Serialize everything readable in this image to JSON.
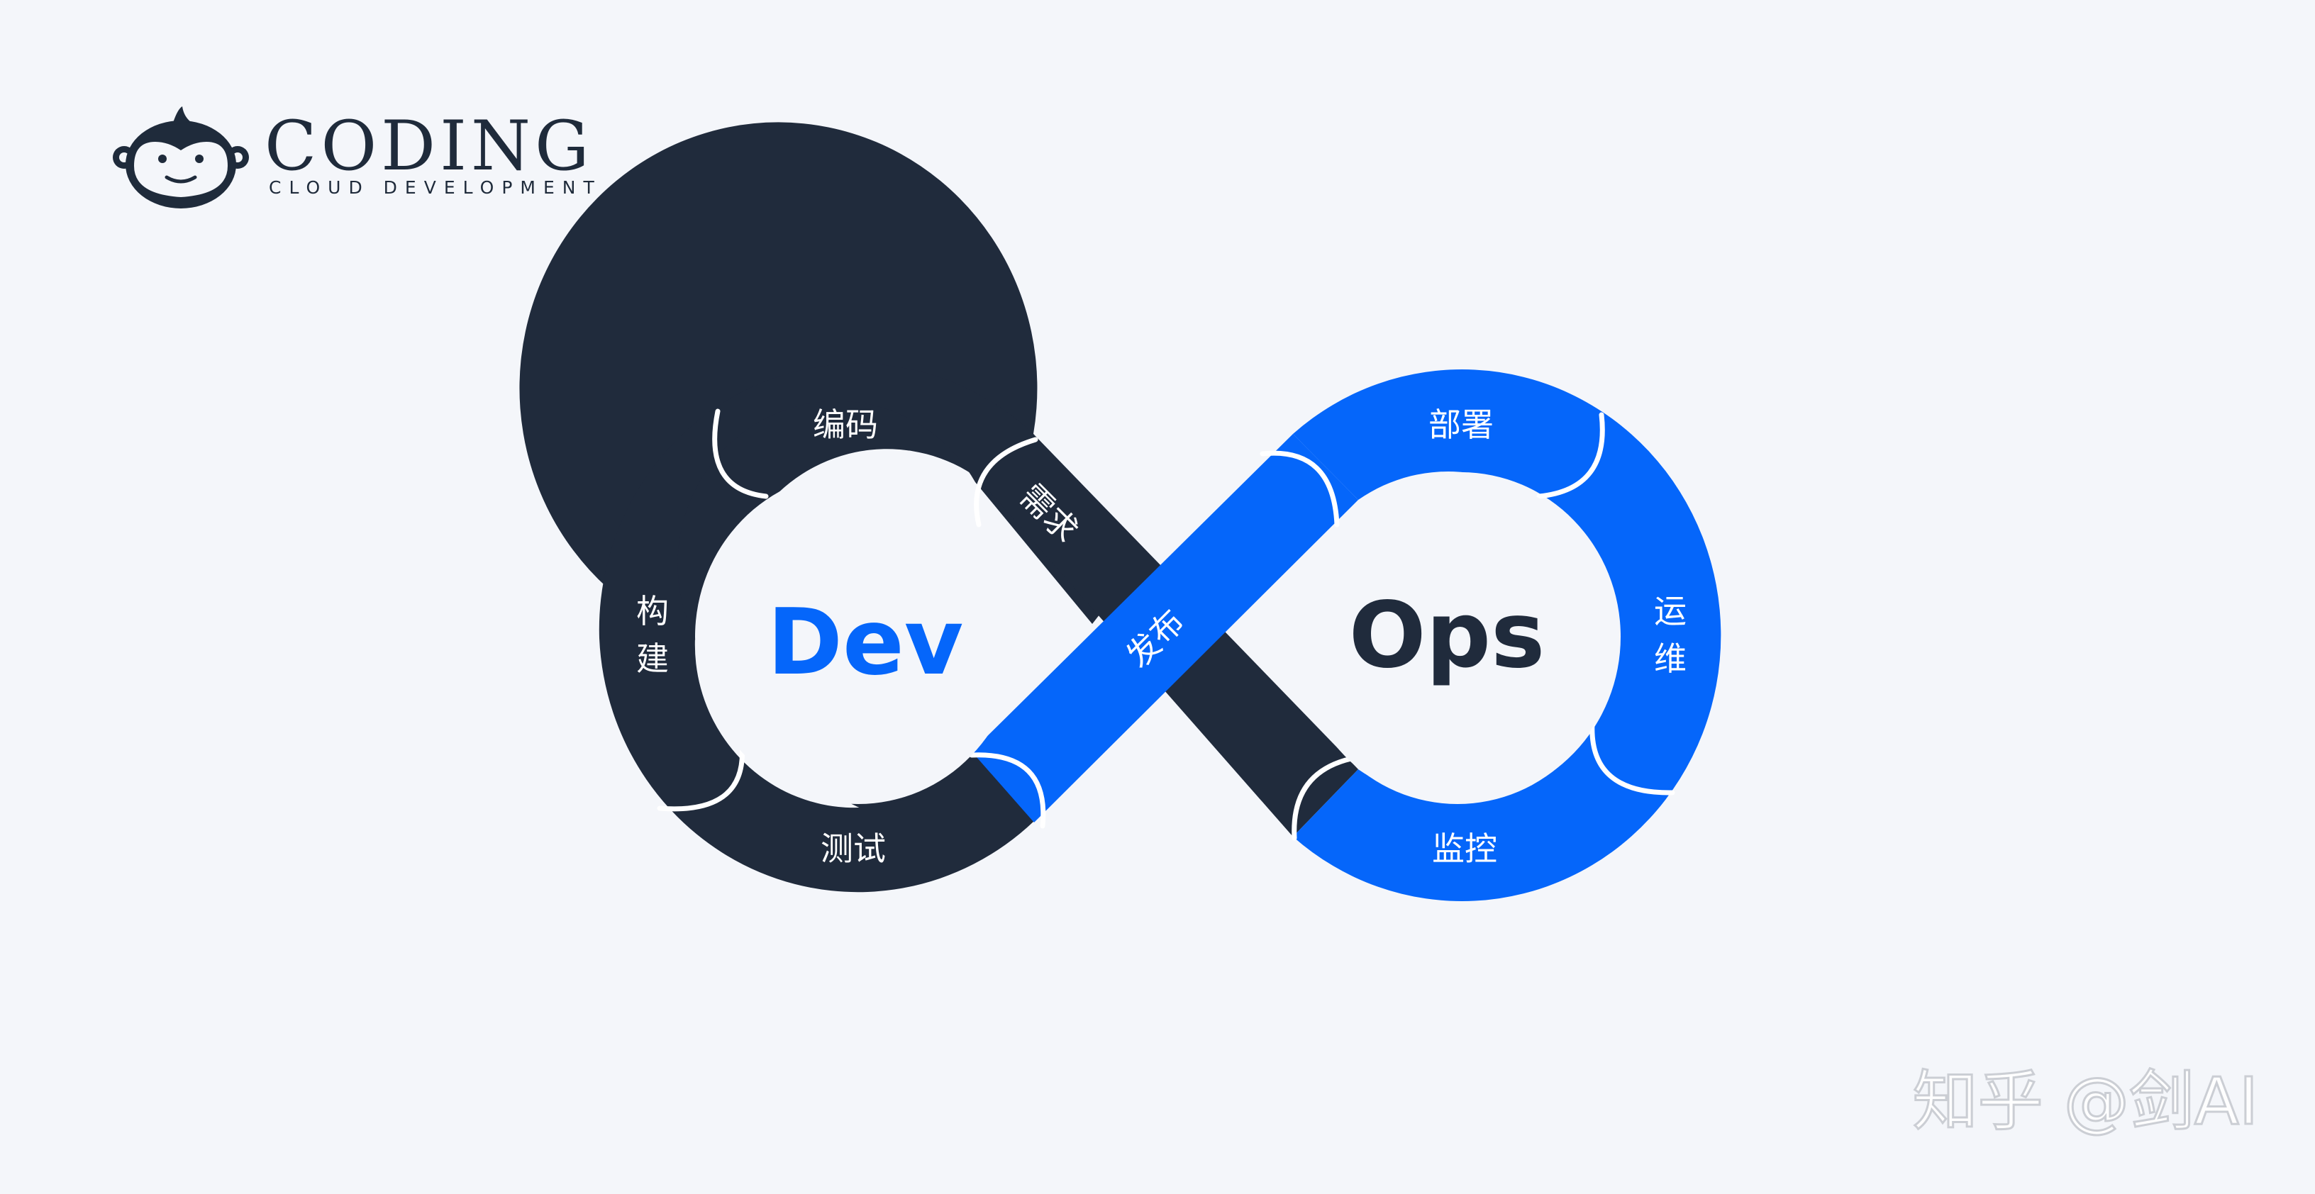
{
  "logo": {
    "title": "CODING",
    "subtitle": "CLOUD DEVELOPMENT",
    "icon": "monkey-logo-icon"
  },
  "diagram": {
    "dev_label": "Dev",
    "ops_label": "Ops",
    "stages": {
      "coding": "编码",
      "requirements": "需求",
      "build": "构建",
      "test": "测试",
      "release": "发布",
      "deploy": "部署",
      "operations": "运维",
      "monitoring": "监控"
    },
    "colors": {
      "dev": "#202b3c",
      "ops": "#0566fa",
      "divider": "#ffffff",
      "background": "#f4f6fa",
      "dev_text": "#0566fa",
      "ops_text": "#202b3c"
    }
  },
  "watermark": "知乎 @剑AI"
}
